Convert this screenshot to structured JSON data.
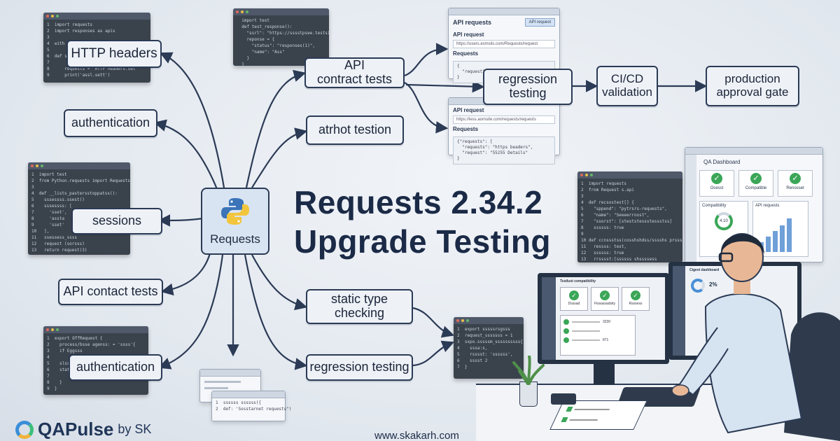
{
  "title": {
    "line1": "Requests 2.34.2",
    "line2": "Upgrade Testing"
  },
  "hub": {
    "label": "Requests",
    "icon": "python-logo-icon"
  },
  "left_nodes": [
    "HTTP headers",
    "authentication",
    "sessions",
    "API contact tests",
    "authentication"
  ],
  "right_nodes": {
    "api_contract": "API\ncontract tests",
    "author": "atrhot testion",
    "static": "static type\nchecking",
    "regression_bottom": "regression testing"
  },
  "pipeline": [
    "regression\ntesting",
    "CI/CD\nvalidation",
    "production\napproval gate"
  ],
  "api_window_1": {
    "header": "API requests",
    "tag": "API request",
    "label1": "API request",
    "url": "https://users.esmsils.com/Requests/request",
    "label2": "Requests",
    "body": "{\n  \"request\": \"AA0024\"\n}"
  },
  "api_window_2": {
    "label1": "API request",
    "url": "https://less.aomsite.com/requests/requests",
    "label2": "Requests",
    "body": "{\"requests\": [\n  \"requests\": \"https beaders\",\n  \"request\": \"55255 Details\"\n}"
  },
  "dashboard": {
    "title": "QA Dashboard",
    "cards": [
      "Ocesst",
      "Compatible",
      "Renosset"
    ],
    "panel1": "Compatibility",
    "panel1_value": "4.10",
    "panel2": "API requests"
  },
  "monitor_left": {
    "title": "Tsstlust compatibility",
    "checks": [
      "Dsssad",
      "Fissassadsity",
      "Rsssess"
    ],
    "v1": "3230",
    "v2": "871"
  },
  "monitor_right": {
    "title": "Cigest dashboard",
    "value": "2%"
  },
  "brand": {
    "name": "QAPulse",
    "by": "by SK",
    "logo": "qapulse-logo-icon"
  },
  "website": "www.skakarh.com",
  "colors": {
    "node_border": "#2b3a55",
    "node_bg": "#eef2f7",
    "code_bg": "#3a424c",
    "accent_green": "#3aa657"
  }
}
